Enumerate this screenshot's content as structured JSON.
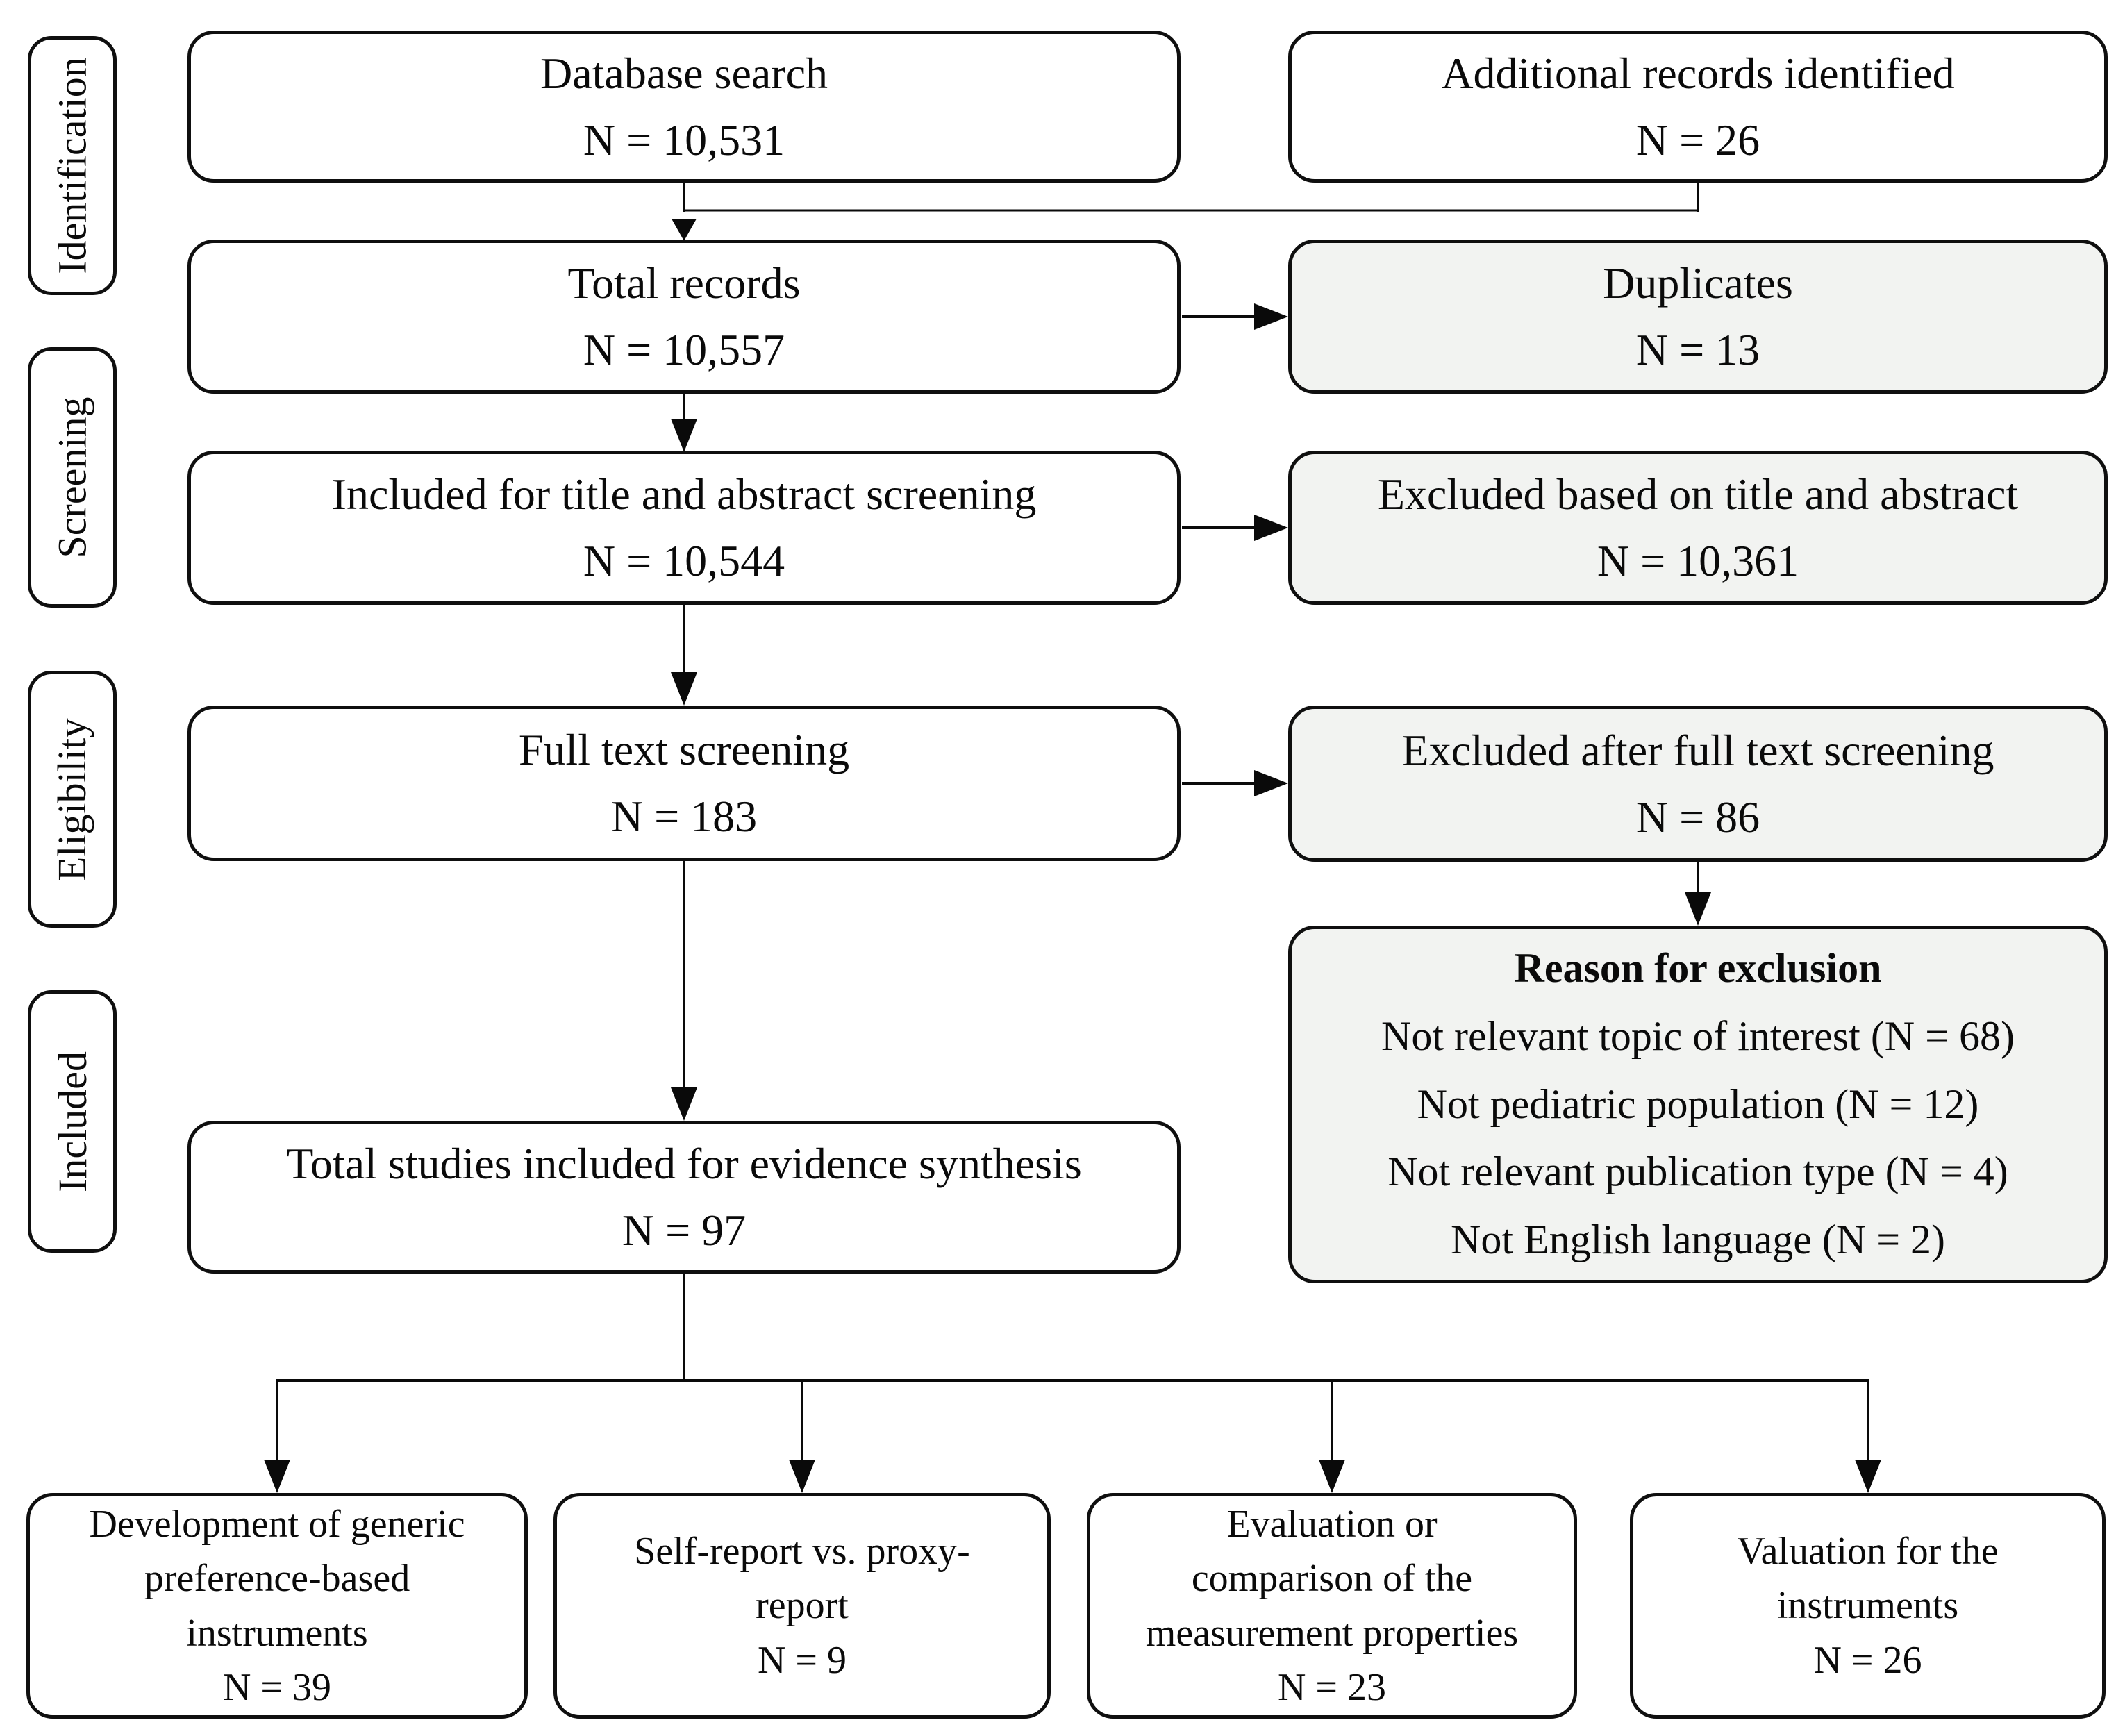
{
  "stages": [
    {
      "label": "Identification"
    },
    {
      "label": "Screening"
    },
    {
      "label": "Eligibility"
    },
    {
      "label": "Included"
    }
  ],
  "flow": {
    "database_search": {
      "line1": "Database search",
      "line2": "N = 10,531"
    },
    "additional_records": {
      "line1": "Additional records identified",
      "line2": "N = 26"
    },
    "total_records": {
      "line1": "Total records",
      "line2": "N = 10,557"
    },
    "duplicates": {
      "line1": "Duplicates",
      "line2": "N = 13"
    },
    "title_abstract": {
      "line1": "Included for title and abstract screening",
      "line2": "N = 10,544"
    },
    "excluded_title_abstract": {
      "line1": "Excluded based on title and abstract",
      "line2": "N = 10,361"
    },
    "full_text": {
      "line1": "Full text screening",
      "line2": "N = 183"
    },
    "excluded_full_text": {
      "line1": "Excluded after full text screening",
      "line2": "N = 86"
    },
    "exclusion_reasons": {
      "title": "Reason for exclusion",
      "items": [
        "Not relevant topic of interest (N = 68)",
        "Not pediatric population (N = 12)",
        "Not relevant publication type (N = 4)",
        "Not English language (N = 2)"
      ]
    },
    "total_included": {
      "line1": "Total studies included for evidence synthesis",
      "line2": "N = 97"
    }
  },
  "outcomes": [
    {
      "lines": [
        "Development of generic",
        "preference-based",
        "instruments"
      ],
      "n": "N = 39"
    },
    {
      "lines": [
        "Self-report vs. proxy-",
        "report"
      ],
      "n": "N = 9"
    },
    {
      "lines": [
        "Evaluation or",
        "comparison of the",
        "measurement properties"
      ],
      "n": "N = 23"
    },
    {
      "lines": [
        "Valuation for the",
        "instruments"
      ],
      "n": "N = 26"
    }
  ],
  "colors": {
    "box_border": "#0f0f0f",
    "box_fill": "#ffffff",
    "excluded_fill": "#f2f3f1",
    "line": "#0a0a0a"
  }
}
